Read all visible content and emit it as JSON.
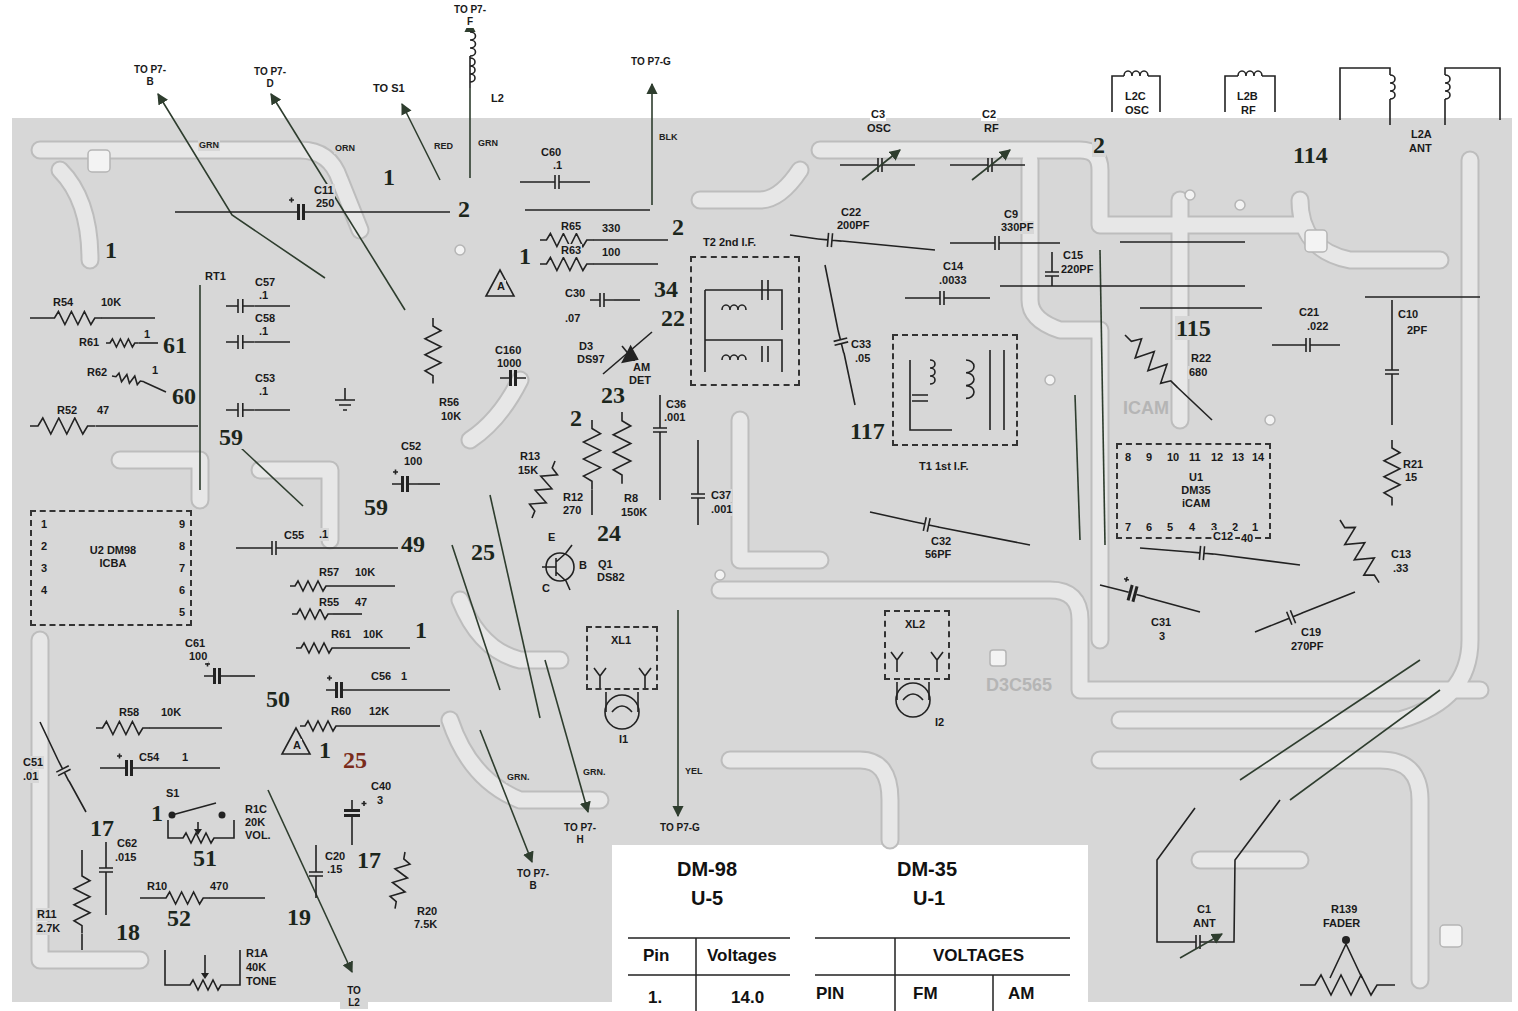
{
  "diagram": {
    "nodes": [
      {
        "text": [
          "T2 2nd I.F."
        ]
      },
      {
        "text": [
          "T1 1st I.F."
        ]
      },
      {
        "text": [
          "8",
          "9",
          "10",
          "11",
          "12",
          "13",
          "14",
          "U1 DM35 iCAM",
          "7",
          "6",
          "5",
          "4",
          "3",
          "2",
          "1"
        ]
      },
      {
        "text": [
          "1",
          "2",
          "3",
          "4",
          "9",
          "8",
          "7",
          "6",
          "5",
          "U2 DM98 ICBA"
        ]
      },
      {
        "text": [
          "XL1"
        ]
      },
      {
        "text": [
          "XL2"
        ]
      }
    ],
    "labels": [
      "TO P7-B",
      "GRN",
      "TO P7-D",
      "ORN",
      "TO S1",
      "RED",
      "TO P7-F",
      "L2",
      "GRN",
      "C60",
      ".1",
      "TO P7-G",
      "BLK",
      "1",
      "C11",
      "250",
      "2",
      "1",
      "R65",
      "330",
      "2",
      "R63",
      "100",
      "1",
      "A",
      "C22",
      "200PF",
      "C3",
      "OSC",
      "C2",
      "RF",
      "L2C",
      "OSC",
      "L2B",
      "RF",
      "2",
      "114",
      "L2A",
      "ANT",
      "C9",
      "330PF",
      "C14",
      ".0033",
      "C15",
      "220PF",
      "115",
      "C21",
      ".022",
      "C10",
      "2PF",
      "R22",
      "680",
      "ICAM",
      "RT1",
      "R54",
      "10K",
      "C57",
      ".1",
      "C58",
      ".1",
      "C53",
      ".1",
      "R61",
      "1",
      "61",
      "R62",
      "1",
      "60",
      "R52",
      "47",
      "59",
      "C30",
      ".07",
      "34",
      "22",
      "D3",
      "DS97",
      "AM",
      "DET",
      "C160",
      "1000",
      "R56",
      "10K",
      "C33",
      ".05",
      "117",
      "23",
      "C36",
      ".001",
      "2",
      "R13",
      "15K",
      "R12",
      "270",
      "R8",
      "150K",
      "C37",
      ".001",
      "24",
      "25",
      "E",
      "B",
      "C",
      "Q1",
      "DS82",
      "C52",
      "100",
      "59",
      "C55",
      ".1",
      "49",
      "C32",
      "56PF",
      "C12",
      "40",
      "C31",
      "3",
      "C19",
      "270PF",
      "C13",
      ".33",
      "R21",
      "15",
      "R57",
      "10K",
      "R55",
      "47",
      "C61",
      "100",
      "R61",
      "10K",
      "1",
      "C56",
      "1",
      "50",
      "R58",
      "10K",
      "R60",
      "12K",
      "A",
      "1",
      "25",
      "C40",
      "3",
      "C51",
      ".01",
      "C54",
      "1",
      "S1",
      "1",
      "R1C",
      "20K",
      "VOL.",
      "51",
      "17",
      "C62",
      ".015",
      "R10",
      "470",
      "52",
      "17",
      "C20",
      ".15",
      "19",
      "R20",
      "7.5K",
      "18",
      "R11",
      "2.7K",
      "R1A",
      "40K",
      "TONE",
      "TO L2",
      "GRN.",
      "GRN.",
      "YEL",
      "TO P7-B",
      "TO P7-H",
      "TO P7-G",
      "I1",
      "I2",
      "D3C565",
      "C1",
      "ANT",
      "R139",
      "FADER",
      "DM-98",
      "U-5",
      "DM-35",
      "U-1",
      "Pin",
      "Voltages",
      "VOLTAGES",
      "PIN",
      "FM",
      "AM",
      "1.",
      "14.0"
    ]
  }
}
